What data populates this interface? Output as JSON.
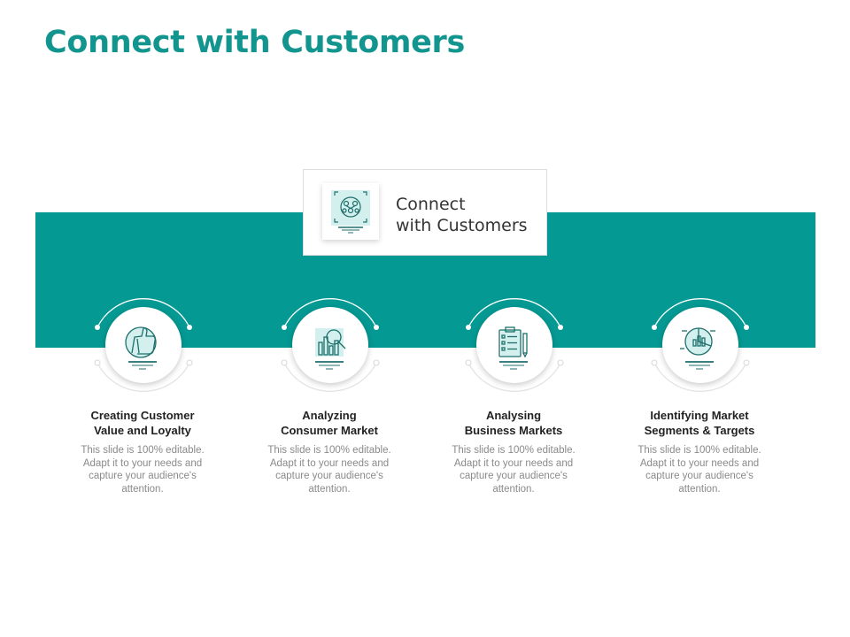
{
  "title": "Connect with Customers",
  "center": {
    "title": "Connect\nwith Customers",
    "icon": "customer-network-icon"
  },
  "items": [
    {
      "heading": "Creating Customer\nValue and Loyalty",
      "body": "This slide is 100% editable. Adapt it to your needs and capture your audience's attention.",
      "icon": "thumbs-up-icon"
    },
    {
      "heading": "Analyzing\nConsumer Market",
      "body": "This slide is 100% editable. Adapt it to your needs and capture your audience's attention.",
      "icon": "chart-magnifier-icon"
    },
    {
      "heading": "Analysing\nBusiness Markets",
      "body": "This slide is 100% editable. Adapt it to your needs and capture your audience's attention.",
      "icon": "clipboard-checklist-icon"
    },
    {
      "heading": "Identifying Market\nSegments & Targets",
      "body": "This slide is 100% editable. Adapt it to your needs and capture your audience's attention.",
      "icon": "pie-chart-icon"
    }
  ],
  "colors": {
    "accent": "#059993",
    "title": "#13958f",
    "icon_tint": "#d3f0ee",
    "heading_text": "#222222",
    "body_text": "#8a8a8a"
  }
}
